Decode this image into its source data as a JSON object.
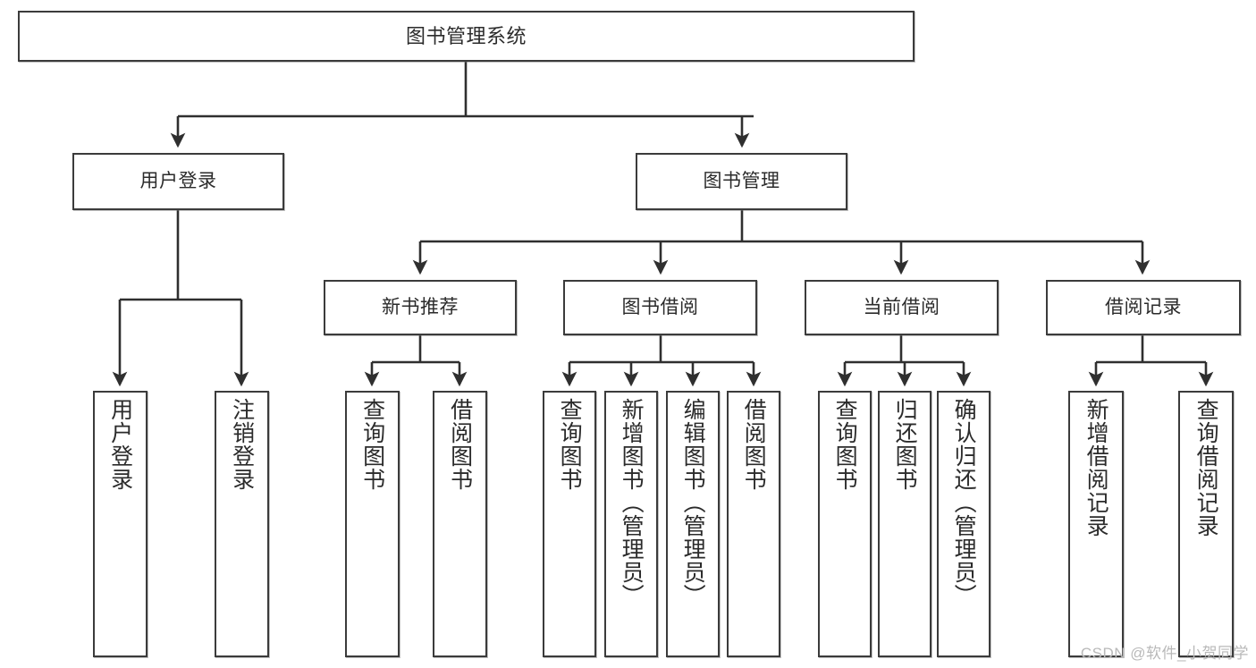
{
  "diagram": {
    "title": "图书管理系统",
    "type": "tree-hierarchy",
    "watermark": "CSDN @软件_小贺同学",
    "colors": {
      "stroke": "#3b3b3b",
      "background": "#ffffff",
      "text": "#2b2b2b",
      "watermark": "#b9b9b9"
    }
  },
  "nodes": {
    "root": {
      "label": "图书管理系统"
    },
    "level1": [
      {
        "id": "user-login",
        "label": "用户登录"
      },
      {
        "id": "book-manage",
        "label": "图书管理"
      }
    ],
    "level2": [
      {
        "id": "new-book-recommend",
        "label": "新书推荐"
      },
      {
        "id": "book-borrow",
        "label": "图书借阅"
      },
      {
        "id": "current-borrow",
        "label": "当前借阅"
      },
      {
        "id": "borrow-record",
        "label": "借阅记录"
      }
    ],
    "leaves": {
      "user-login": [
        {
          "id": "leaf-user-login",
          "label": "用户登录"
        },
        {
          "id": "leaf-logout",
          "label": "注销登录"
        }
      ],
      "new-book-recommend": [
        {
          "id": "leaf-query-book-1",
          "label": "查询图书"
        },
        {
          "id": "leaf-borrow-book-1",
          "label": "借阅图书"
        }
      ],
      "book-borrow": [
        {
          "id": "leaf-query-book-2",
          "label": "查询图书"
        },
        {
          "id": "leaf-add-book",
          "label": "新增图书（管理员）"
        },
        {
          "id": "leaf-edit-book",
          "label": "编辑图书（管理员）"
        },
        {
          "id": "leaf-borrow-book-2",
          "label": "借阅图书"
        }
      ],
      "current-borrow": [
        {
          "id": "leaf-query-book-3",
          "label": "查询图书"
        },
        {
          "id": "leaf-return-book",
          "label": "归还图书"
        },
        {
          "id": "leaf-confirm-return",
          "label": "确认归还（管理员）"
        }
      ],
      "borrow-record": [
        {
          "id": "leaf-add-record",
          "label": "新增借阅记录"
        },
        {
          "id": "leaf-query-record",
          "label": "查询借阅记录"
        }
      ]
    }
  }
}
